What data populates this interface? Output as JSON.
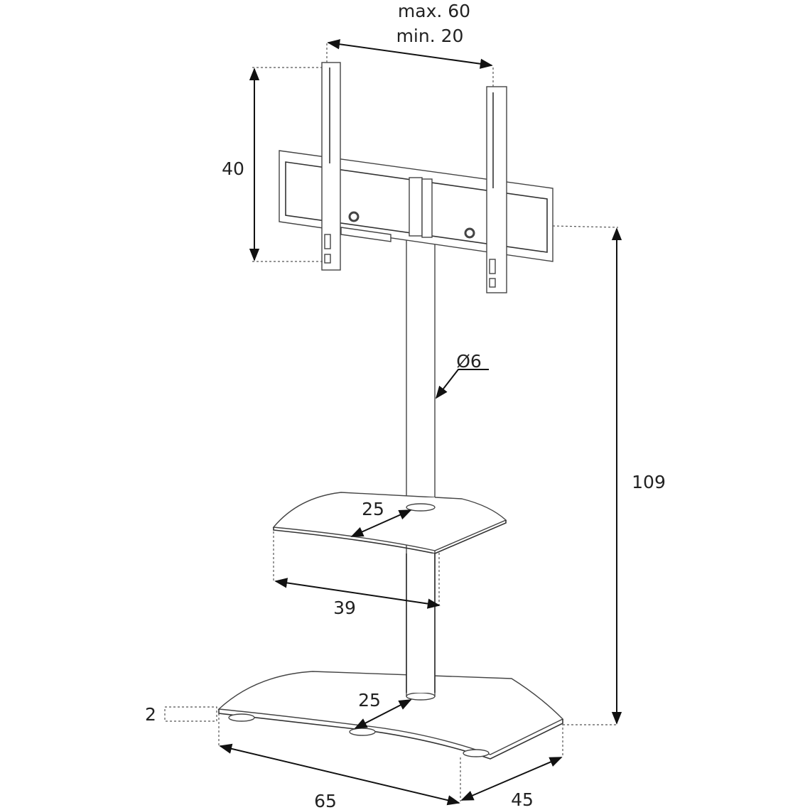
{
  "diagram": {
    "labels": {
      "width_max": "max. 60",
      "width_min": "min. 20",
      "rail_height": "40",
      "total_height": "109",
      "column_diameter": "Ø6",
      "shelf_depth": "25",
      "shelf_width": "39",
      "base_depth_center": "25",
      "base_thickness": "2",
      "base_width": "65",
      "base_depth": "45"
    }
  }
}
